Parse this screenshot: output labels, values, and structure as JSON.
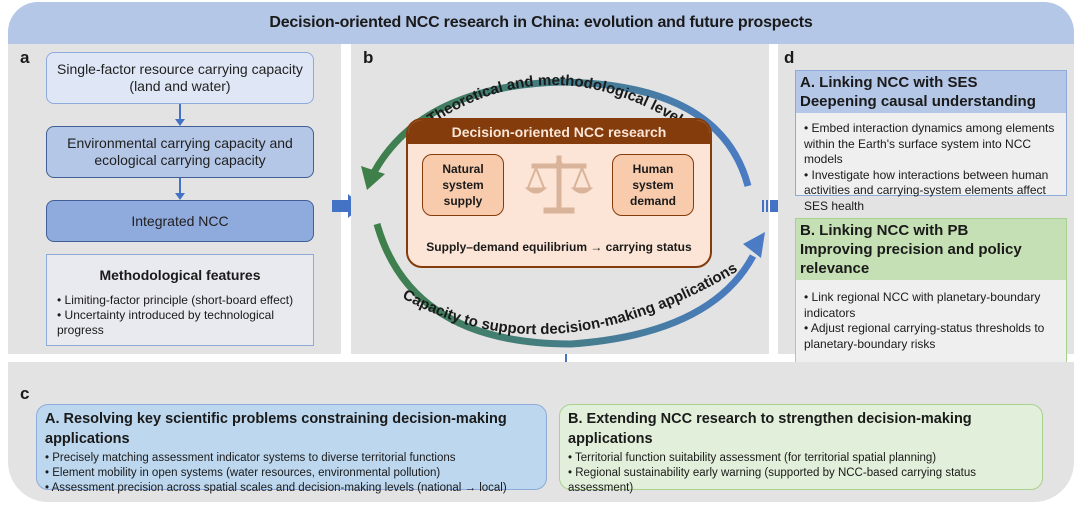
{
  "title": "Decision-oriented NCC research in China: evolution and future prospects",
  "panel_a": {
    "letter": "a",
    "flow": [
      {
        "label": "Single-factor resource carrying capacity (land and water)"
      },
      {
        "label": "Environmental carrying capacity and ecological carrying capacity"
      },
      {
        "label": "Integrated NCC"
      }
    ],
    "methodological": {
      "title": "Methodological features",
      "bullets": [
        "• Limiting-factor principle (short-board effect)",
        "• Uncertainty introduced by technological progress"
      ]
    }
  },
  "panel_b": {
    "letter": "b",
    "top_arc_label": "Theoretical and methodological level",
    "bottom_arc_label": "Capacity to support decision-making applications",
    "core": {
      "header": "Decision-oriented NCC research",
      "left_box": "Natural system supply",
      "right_box": "Human system demand",
      "equilibrium": "Supply–demand equilibrium → carrying status",
      "center_icon": "balance-scale-icon"
    },
    "colors": {
      "green": "#3f7f4a",
      "blue": "#4a7bc4",
      "brown": "#843c0c"
    }
  },
  "panel_d": {
    "letter": "d",
    "cards": [
      {
        "head_line1": "A. Linking NCC with SES",
        "head_line2": "Deepening causal understanding",
        "bullets": [
          "• Embed interaction dynamics among elements within the Earth's surface system into NCC models",
          "• Investigate how interactions between human activities and carrying-system elements affect SES health"
        ]
      },
      {
        "head_line1": "B. Linking NCC with PB",
        "head_line2": "Improving precision and policy relevance",
        "bullets": [
          "• Link regional NCC with planetary-boundary indicators",
          "• Adjust regional carrying-status thresholds to planetary-boundary risks"
        ]
      }
    ]
  },
  "panel_c": {
    "letter": "c",
    "cards": [
      {
        "head": "A. Resolving key scientific problems constraining decision-making applications",
        "bullets": [
          "• Precisely matching assessment indicator systems to diverse territorial functions",
          "• Element mobility in open systems (water resources, environmental pollution)",
          "• Assessment precision across spatial scales and decision-making levels (national → local)"
        ]
      },
      {
        "head": "B. Extending NCC research to strengthen decision-making applications",
        "bullets": [
          "• Territorial function suitability assessment (for territorial spatial planning)",
          "• Regional sustainability early warning (supported by NCC-based carrying status assessment)"
        ]
      }
    ]
  }
}
